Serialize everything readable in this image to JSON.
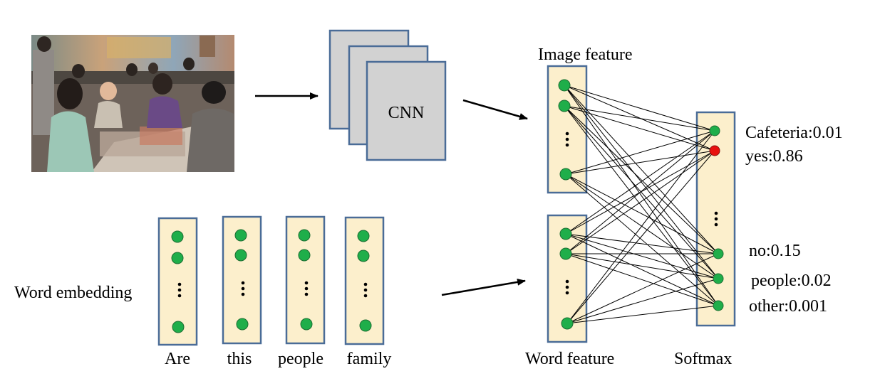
{
  "diagram": {
    "image_feature_label": "Image feature",
    "cnn_label": "CNN",
    "word_embedding_label": "Word embedding",
    "words": [
      "Are",
      "this",
      "people",
      "family"
    ],
    "word_feature_label": "Word feature",
    "softmax_label": "Softmax",
    "outputs": [
      {
        "text": "Cafeteria:0.01",
        "highlight": false
      },
      {
        "text": "yes:0.86",
        "highlight": true
      },
      {
        "text": "no:0.15",
        "highlight": false
      },
      {
        "text": "people:0.02",
        "highlight": false
      },
      {
        "text": "other:0.001",
        "highlight": false
      }
    ],
    "colors": {
      "node": "#1fae4a",
      "highlight_node": "#e8110f",
      "box_fill": "#fcefcc",
      "box_border": "#4a6c97",
      "cnn_fill": "#d2d2d2"
    }
  }
}
